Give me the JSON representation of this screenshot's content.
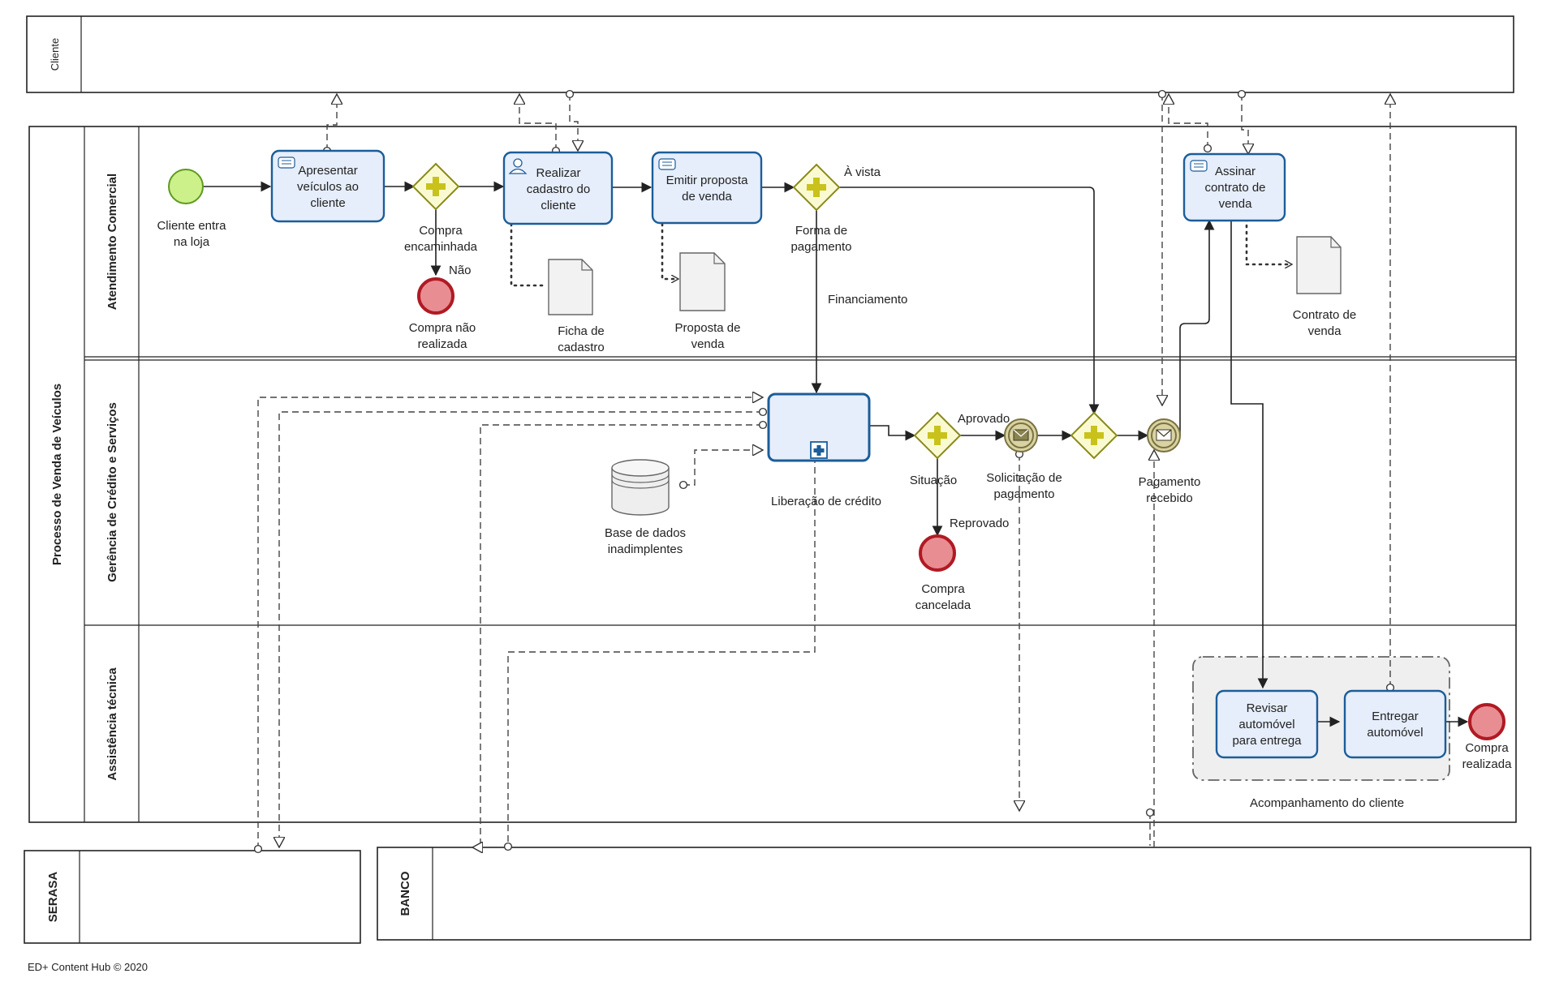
{
  "pools": {
    "cliente": "Cliente",
    "processo": "Processo de Venda de Veículos",
    "serasa": "SERASA",
    "banco": "BANCO"
  },
  "lanes": {
    "atendimento": "Atendimento Comercial",
    "gerencia": "Gerência de Crédito e Serviços",
    "assistencia": "Assistência técnica"
  },
  "events": {
    "start": [
      "Cliente entra",
      "na loja"
    ],
    "end_nao_realizada": [
      "Compra não",
      "realizada"
    ],
    "end_cancelada": [
      "Compra",
      "cancelada"
    ],
    "end_realizada": [
      "Compra",
      "realizada"
    ],
    "solicitacao": [
      "Solicitação de",
      "pagamento"
    ],
    "pagamento_recebido": [
      "Pagamento",
      "recebido"
    ]
  },
  "tasks": {
    "apresentar": [
      "Apresentar",
      "veículos ao",
      "cliente"
    ],
    "cadastro": [
      "Realizar",
      "cadastro do",
      "cliente"
    ],
    "proposta": [
      "Emitir proposta",
      "de venda"
    ],
    "contrato": [
      "Assinar",
      "contrato de",
      "venda"
    ],
    "revisar": [
      "Revisar",
      "automóvel",
      "para entrega"
    ],
    "entregar": [
      "Entregar",
      "automóvel"
    ],
    "liberacao": "Liberação de crédito"
  },
  "gateways": {
    "encaminhada": [
      "Compra",
      "encaminhada"
    ],
    "forma": [
      "Forma de",
      "pagamento"
    ],
    "situacao": "Situação"
  },
  "flow_labels": {
    "nao": "Não",
    "a_vista": "À vista",
    "financiamento": "Financiamento",
    "aprovado": "Aprovado",
    "reprovado": "Reprovado"
  },
  "artifacts": {
    "ficha": [
      "Ficha de",
      "cadastro"
    ],
    "proposta_doc": [
      "Proposta de",
      "venda"
    ],
    "contrato_doc": [
      "Contrato de",
      "venda"
    ],
    "base": [
      "Base de dados",
      "inadimplentes"
    ],
    "grupo": "Acompanhamento do cliente"
  },
  "footer": "ED+ Content Hub © 2020",
  "colors": {
    "task_fill": "#e6eefb",
    "task_stroke": "#1c5d99",
    "start_event": "#ccf08a",
    "end_event": "#e88e93",
    "gateway": "#fafad2"
  }
}
